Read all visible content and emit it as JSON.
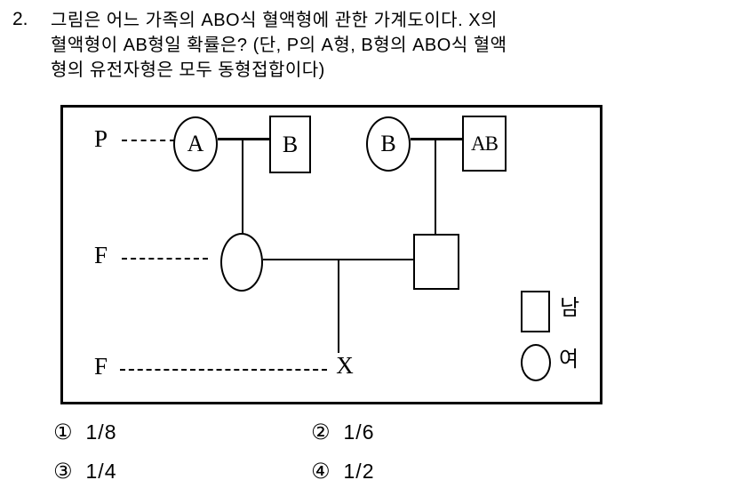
{
  "question": {
    "number": "2.",
    "lines": [
      "그림은 어느 가족의 ABO식 혈액형에 관한 가계도이다. X의",
      "혈액형이 AB형일 확률은? (단, P의 A형, B형의 ABO식 혈액",
      "형의 유전자형은 모두 동형접합이다)"
    ]
  },
  "pedigree": {
    "generation_labels": {
      "p": "P",
      "f1": "F",
      "f2": "F"
    },
    "individuals": {
      "p_left_mother": "A",
      "p_left_father": "B",
      "p_right_mother": "B",
      "p_right_father": "AB",
      "f2_child": "X"
    },
    "legend": {
      "male": "남",
      "female": "여"
    }
  },
  "choices": [
    {
      "num": "①",
      "value": "1/8"
    },
    {
      "num": "②",
      "value": "1/6"
    },
    {
      "num": "③",
      "value": "1/4"
    },
    {
      "num": "④",
      "value": "1/2"
    }
  ],
  "colors": {
    "ink": "#000000",
    "background": "#ffffff"
  }
}
